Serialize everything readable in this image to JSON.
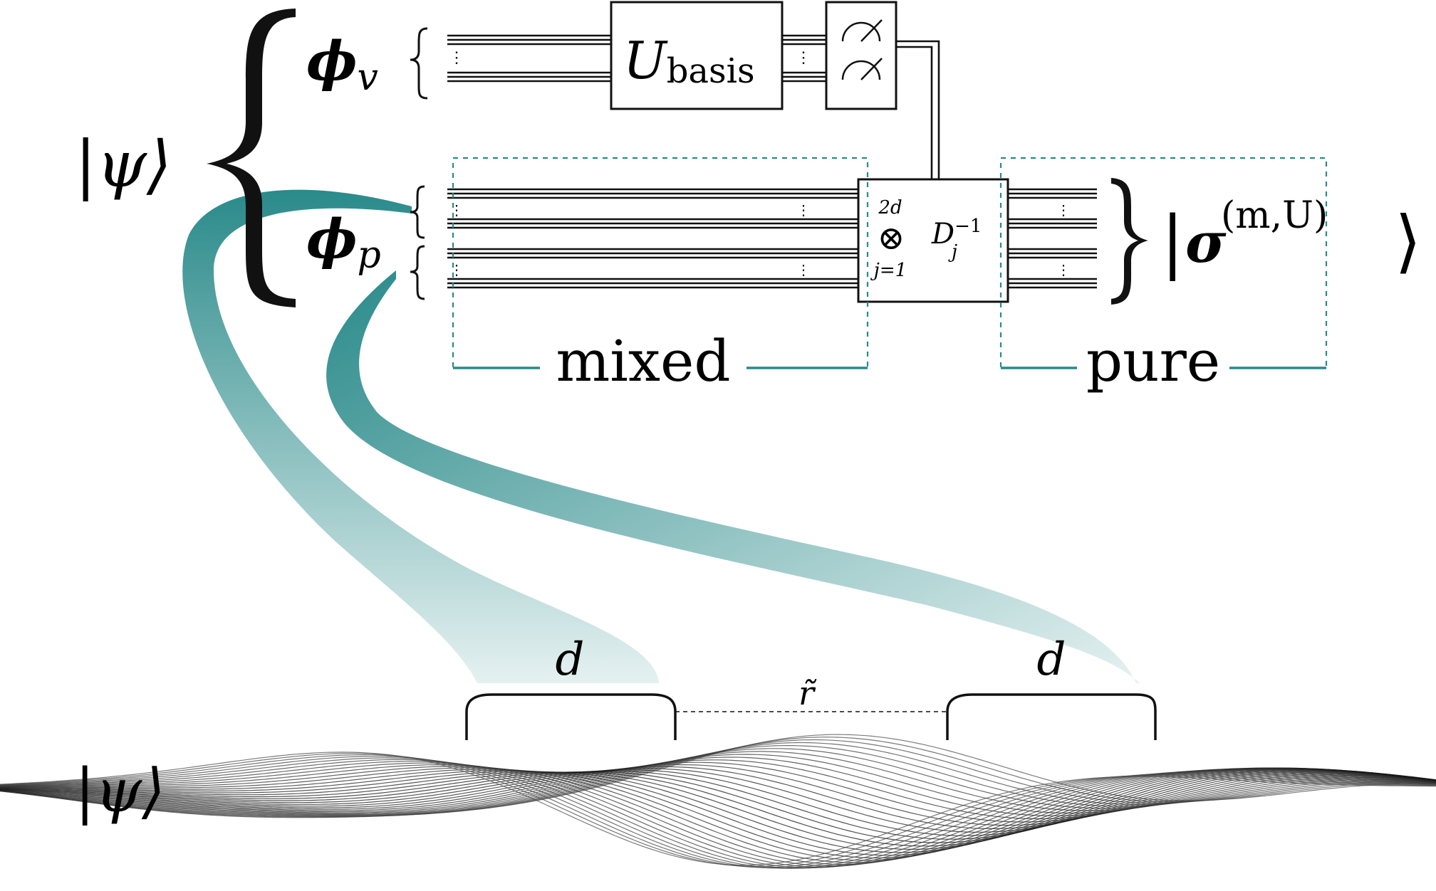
{
  "state": {
    "ket_top": "|ψ⟩",
    "ket_bottom": "|ψ⟩"
  },
  "registers": {
    "phi_v_symbol": "ϕ",
    "phi_v_sub": "v",
    "phi_p_symbol": "ϕ",
    "phi_p_sub": "p"
  },
  "gates": {
    "u_basis_main": "U",
    "u_basis_sub": "basis",
    "decode_upper": "2d",
    "decode_op": "⊗",
    "decode_lower": "j=1",
    "decode_D": "D",
    "decode_D_sup": "−1",
    "decode_D_sub": "j"
  },
  "output": {
    "sigma_symbol": "σ",
    "sigma_sup": "(m,U)"
  },
  "labels": {
    "mixed": "mixed",
    "pure": "pure",
    "d_left": "d",
    "d_right": "d",
    "r_tilde": "r̃"
  },
  "colors": {
    "accent": "#2a8a8a",
    "ink": "#111111"
  },
  "icons": {
    "measure": "measurement-meter-icon"
  }
}
